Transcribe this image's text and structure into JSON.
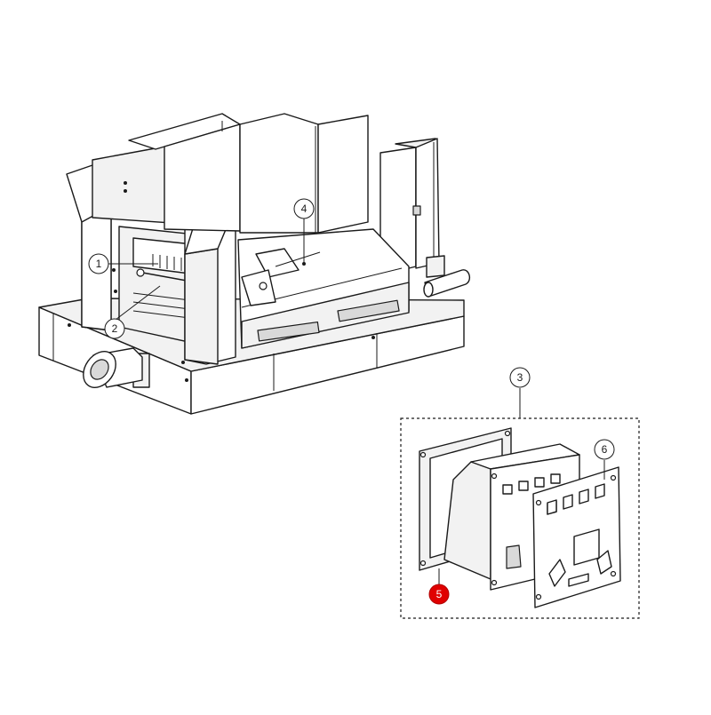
{
  "callouts": [
    {
      "id": "1",
      "label": "1",
      "highlight": false
    },
    {
      "id": "2",
      "label": "2",
      "highlight": false
    },
    {
      "id": "3",
      "label": "3",
      "highlight": false
    },
    {
      "id": "4",
      "label": "4",
      "highlight": false
    },
    {
      "id": "5",
      "label": "5",
      "highlight": true
    },
    {
      "id": "6",
      "label": "6",
      "highlight": false
    }
  ],
  "colors": {
    "line": "#1a1a1a",
    "highlight": "#e00000",
    "background": "#ffffff"
  }
}
